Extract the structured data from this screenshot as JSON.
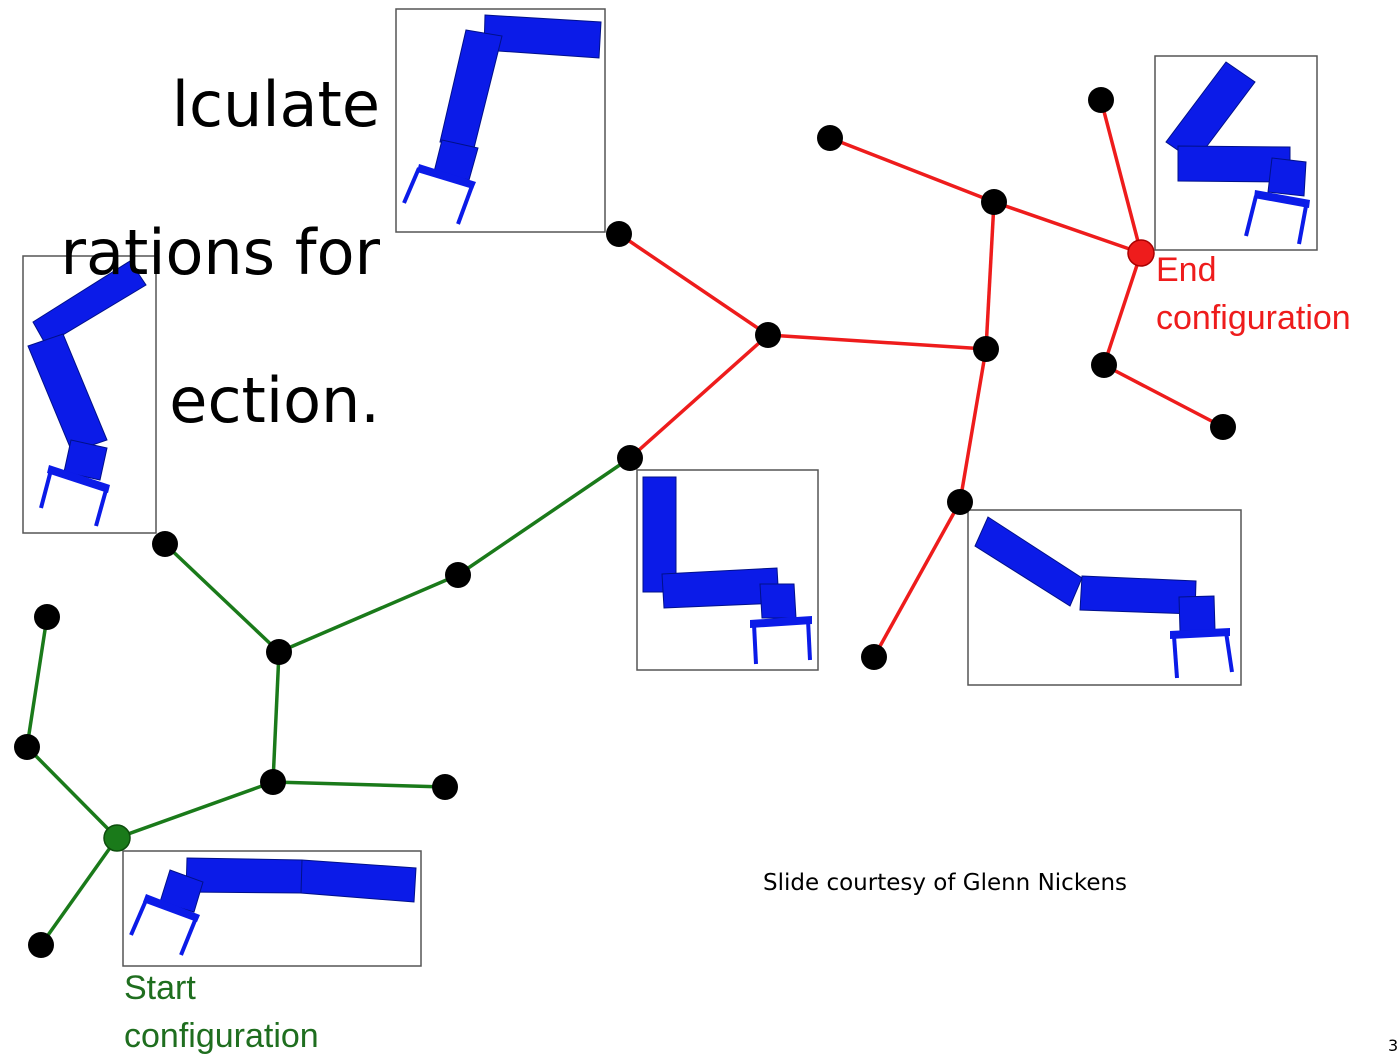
{
  "title": {
    "lines": [
      "lculate",
      "rations for",
      "ection."
    ]
  },
  "credit": "Slide courtesy of Glenn Nickens",
  "start_label": {
    "line1": "Start",
    "line2": "configuration",
    "color": "#1f6e1f"
  },
  "end_label": {
    "line1": "End",
    "line2": "configuration",
    "color": "#ee1c1c"
  },
  "slide_number": "3",
  "colors": {
    "robot": "#0b1be8",
    "start_tree": "#1a7a1a",
    "end_tree": "#ee1c1c",
    "node": "#000000",
    "start_node": "#1a7a1a",
    "end_node": "#ee1c1c"
  },
  "trees": {
    "start_tree_node_count": 11,
    "end_tree_node_count": 11
  }
}
